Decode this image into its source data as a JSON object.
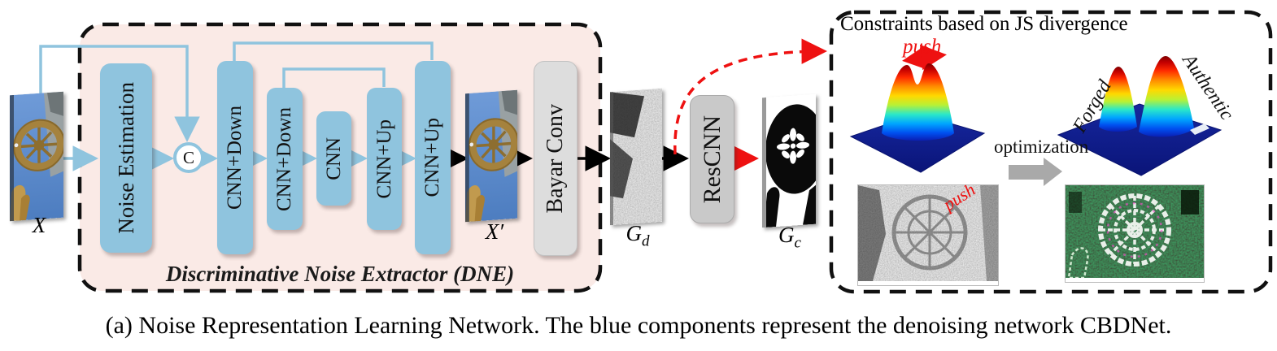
{
  "caption": "(a) Noise Representation Learning Network. The blue components represent the denoising network CBDNet.",
  "dne": {
    "label": "Discriminative Noise Extractor (DNE)",
    "noise_estimation": "Noise Estimation",
    "cnn_down_1": "CNN+Down",
    "cnn_down_2": "CNN+Down",
    "cnn": "CNN",
    "cnn_up_1": "CNN+Up",
    "cnn_up_2": "CNN+Up",
    "concat": "C"
  },
  "io": {
    "input": "X",
    "denoised": "X′",
    "bayar": "Bayar Conv",
    "gd_base": "G",
    "gd_sub": "d",
    "rescnn": "ResCNN",
    "gc_base": "G",
    "gc_sub": "c"
  },
  "constraints": {
    "title": "Constraints based on JS divergence",
    "push_top": "push",
    "push_bottom": "push",
    "optimization": "optimization",
    "forged": "Forged",
    "authentic": "Authentic"
  },
  "colors": {
    "block_blue": "#8fc4de",
    "dne_background": "#faeae6",
    "bayar_gray": "#dddddd",
    "rescnn_gray": "#c9c9c9",
    "arrow_red": "#ee1111",
    "arrow_black": "#000000",
    "border_black": "#111111"
  }
}
